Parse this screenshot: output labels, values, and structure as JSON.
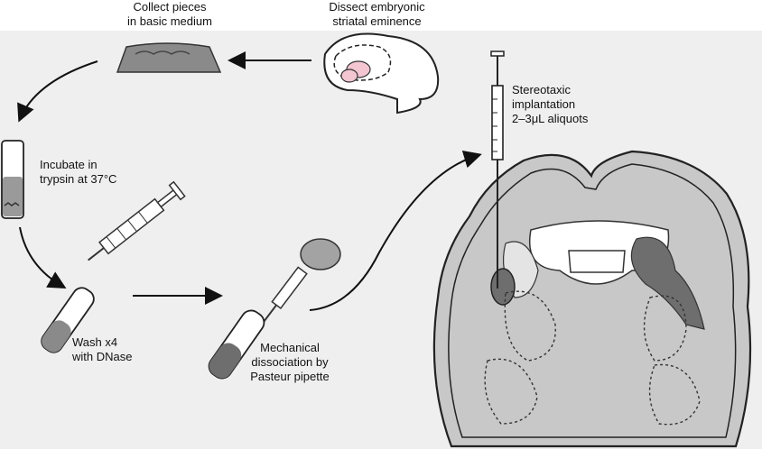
{
  "steps": {
    "collect": {
      "line1": "Collect pieces",
      "line2": "in basic medium"
    },
    "dissect": {
      "line1": "Dissect embryonic",
      "line2": "striatal eminence"
    },
    "incubate": {
      "line1": "Incubate in",
      "line2": "trypsin at 37°C"
    },
    "wash": {
      "line1": "Wash x4",
      "line2": "with DNase"
    },
    "mechanical": {
      "line1": "Mechanical",
      "line2": "dissociation by",
      "line3": "Pasteur pipette"
    },
    "implant": {
      "line1": "Stereotaxic",
      "line2": "implantation",
      "line3": "2–3μL aliquots"
    }
  },
  "colors": {
    "background": "#efefef",
    "brain_fill": "#c8c8c8",
    "ventricle_dark": "#6e6e6e",
    "eminence_pink": "#f3c6d2",
    "outline": "#222222"
  }
}
